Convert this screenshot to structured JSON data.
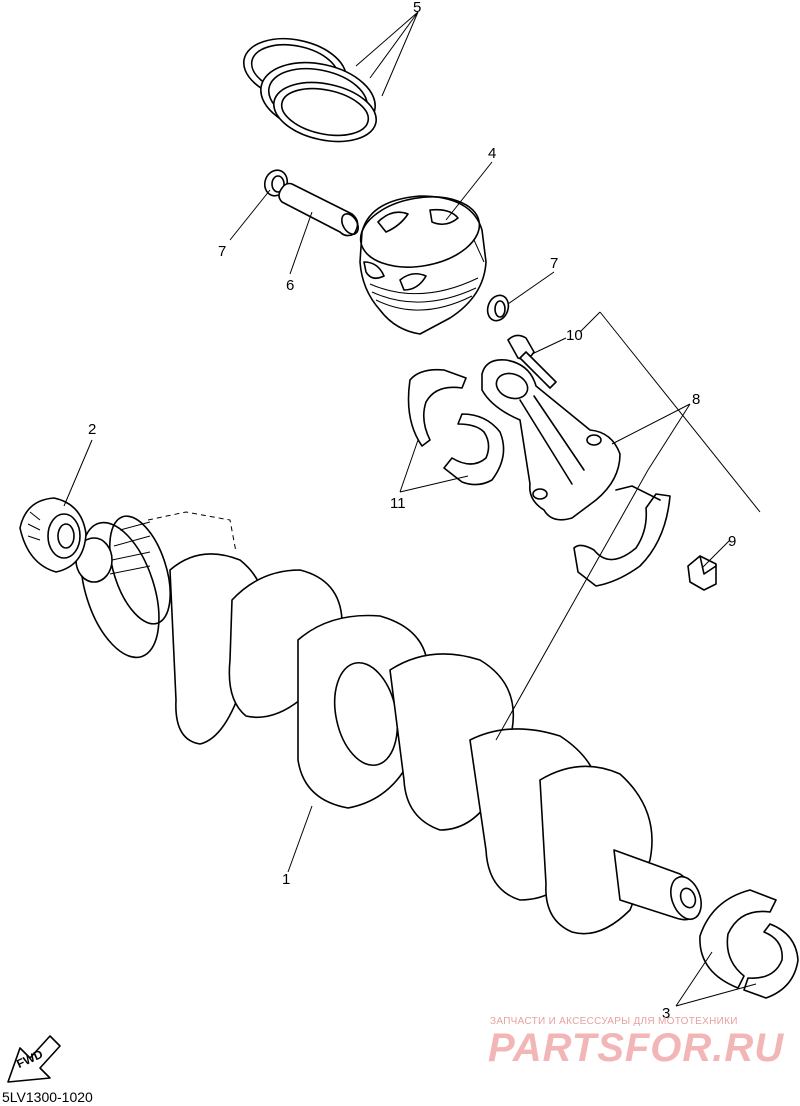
{
  "callouts": {
    "p1": "1",
    "p2": "2",
    "p3": "3",
    "p4": "4",
    "p5": "5",
    "p6": "6",
    "p7a": "7",
    "p7b": "7",
    "p8": "8",
    "p9": "9",
    "p10": "10",
    "p11": "11"
  },
  "fwd_label": "FWD",
  "diagram_code": "5LV1300-1020",
  "watermark": {
    "tagline": "ЗАПЧАСТИ И АКСЕССУАРЫ ДЛЯ МОТОТЕХНИКИ",
    "brand": "PARTSFOR.RU",
    "color": "#f2b6b6"
  }
}
